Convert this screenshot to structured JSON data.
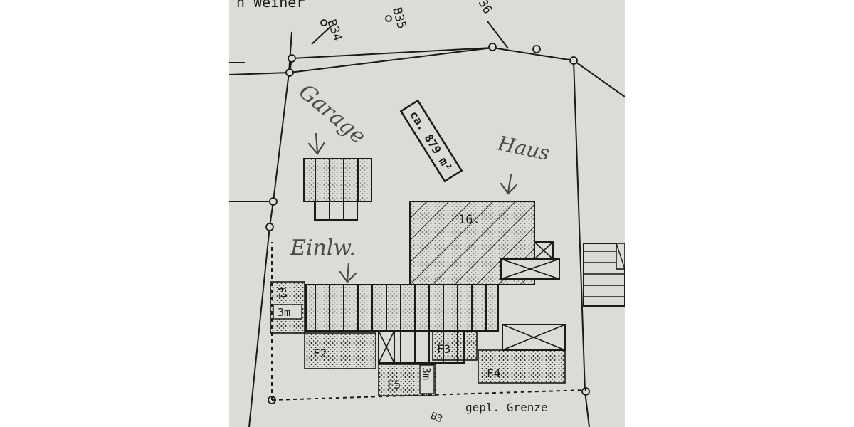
{
  "header_fragment": "n Weiher",
  "parcel_numbers": {
    "b34": "B34",
    "b35": "B35",
    "b36": "36"
  },
  "area_label": "ca. 879 m²",
  "handwritten": {
    "garage": "Garage",
    "haus": "Haus",
    "einlw": "Einlw."
  },
  "house_number": "16.",
  "fields": {
    "f1": "F1",
    "f2": "F2",
    "f3": "F3",
    "f4": "F4",
    "f5": "F5"
  },
  "dimensions": {
    "left": "3m",
    "bottom": "3m"
  },
  "boundary_label": "gepl. Grenze",
  "bottom_fragment": "B3",
  "colors": {
    "paper": "#dcdcd6",
    "ink": "#1a1a1a",
    "pencil": "#4a4a4a",
    "background": "#ffffff"
  }
}
